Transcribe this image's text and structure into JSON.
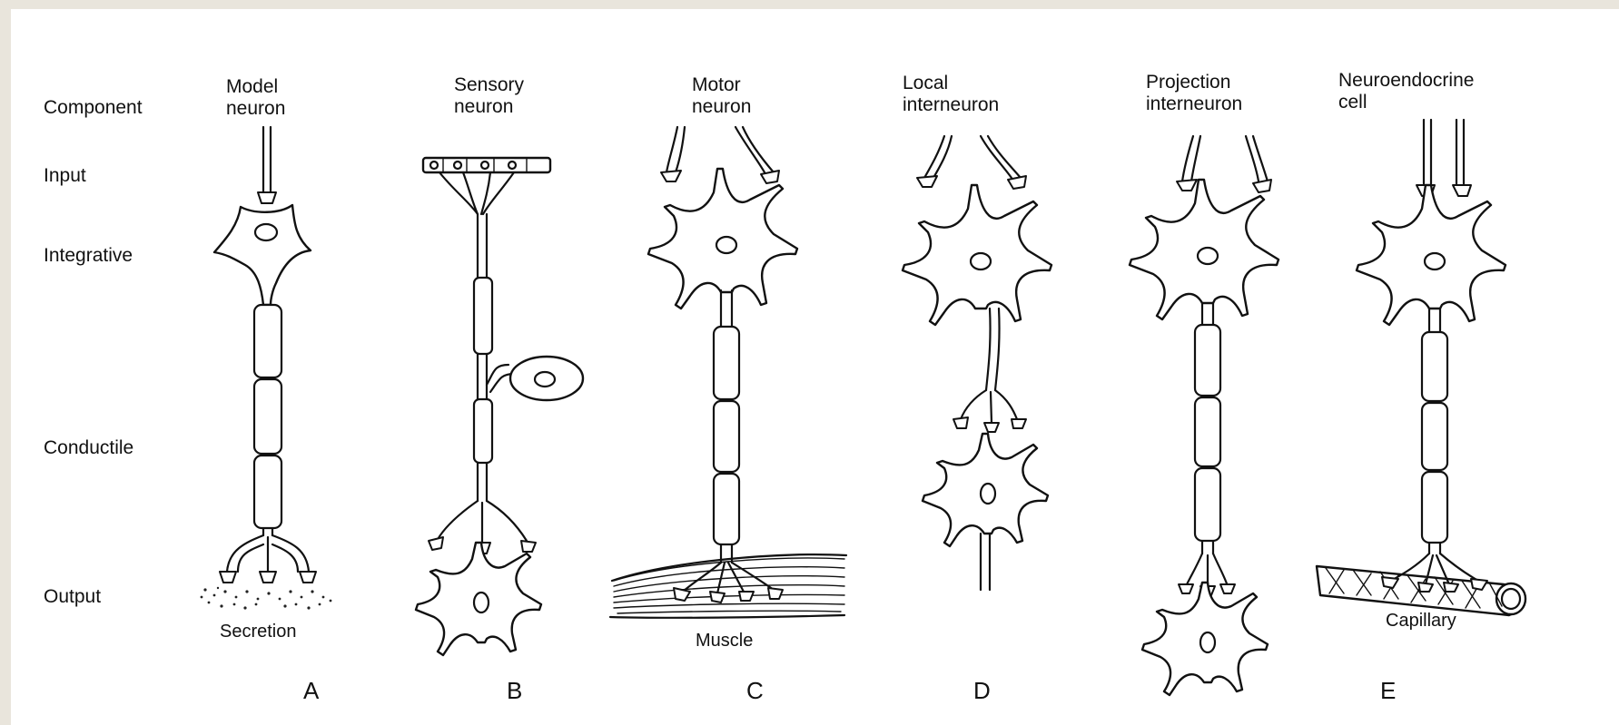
{
  "row_labels": {
    "component": "Component",
    "input": "Input",
    "integrative": "Integrative",
    "conductile": "Conductile",
    "output": "Output"
  },
  "columns": [
    {
      "line1": "Model",
      "line2": "neuron",
      "target": "Secretion",
      "letter": "A"
    },
    {
      "line1": "Sensory",
      "line2": "neuron",
      "target": "",
      "letter": "B"
    },
    {
      "line1": "Motor",
      "line2": "neuron",
      "target": "Muscle",
      "letter": "C"
    },
    {
      "line1": "Local",
      "line2": "interneuron",
      "target": "",
      "letter": "D"
    },
    {
      "line1": "Projection",
      "line2": "interneuron",
      "target": "",
      "letter": ""
    },
    {
      "line1": "Neuroendocrine",
      "line2": "cell",
      "target": "Capillary",
      "letter": "E"
    }
  ]
}
